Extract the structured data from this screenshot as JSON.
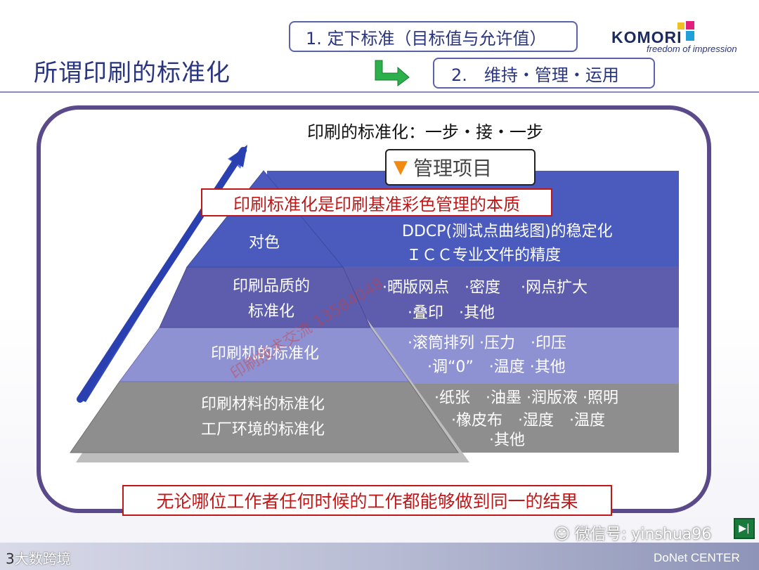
{
  "header": {
    "title": "所谓印刷的标准化",
    "step1": "1. 定下标准（目标值与允许值）",
    "step2": "2.　维持・管理・运用",
    "logo_main": "KOMORI",
    "logo_tagline": "freedom of impression"
  },
  "diagram": {
    "subtitle": "印刷的标准化：一步・接・一步",
    "management_header": "管理项目",
    "core_statement": "印刷标准化是印刷基准彩色管理的本质",
    "tiers": [
      {
        "label_lines": [
          "对色"
        ],
        "items": [
          "DDCP(测试点曲线图)的稳定化",
          "ＩＣＣ专业文件的精度"
        ]
      },
      {
        "label_lines": [
          "印刷品质的",
          "标准化"
        ],
        "items": [
          "·晒版网点　·密度　 ·网点扩大",
          "·叠印　·其他"
        ]
      },
      {
        "label_lines": [
          "印刷机的标准化"
        ],
        "items": [
          "·滚筒排列 ·压力　·印压",
          "·调“0”　·温度 ·其他"
        ]
      },
      {
        "label_lines": [
          "印刷材料的标准化",
          "工厂环境的标准化"
        ],
        "items": [
          "·纸张　·油墨 ·润版液 ·照明",
          "·橡皮布　·湿度　·温度",
          "·其他"
        ]
      }
    ],
    "conclusion": "无论哪位工作者任何时候的工作都能够做到同一的结果",
    "watermark": "印刷技术交流 13584048"
  },
  "footer": {
    "page_number": "3",
    "left_watermark": "大数跨境",
    "wechat": "微信号: yinshua96",
    "brand": "DoNet CENTER"
  },
  "colors": {
    "title_blue": "#2a3580",
    "band1": "#4a5bbd",
    "band2": "#5e5dad",
    "band3": "#8e92d2",
    "band4": "#8e8e8e",
    "alert_red": "#c01818",
    "accent_orange": "#f08a10"
  }
}
